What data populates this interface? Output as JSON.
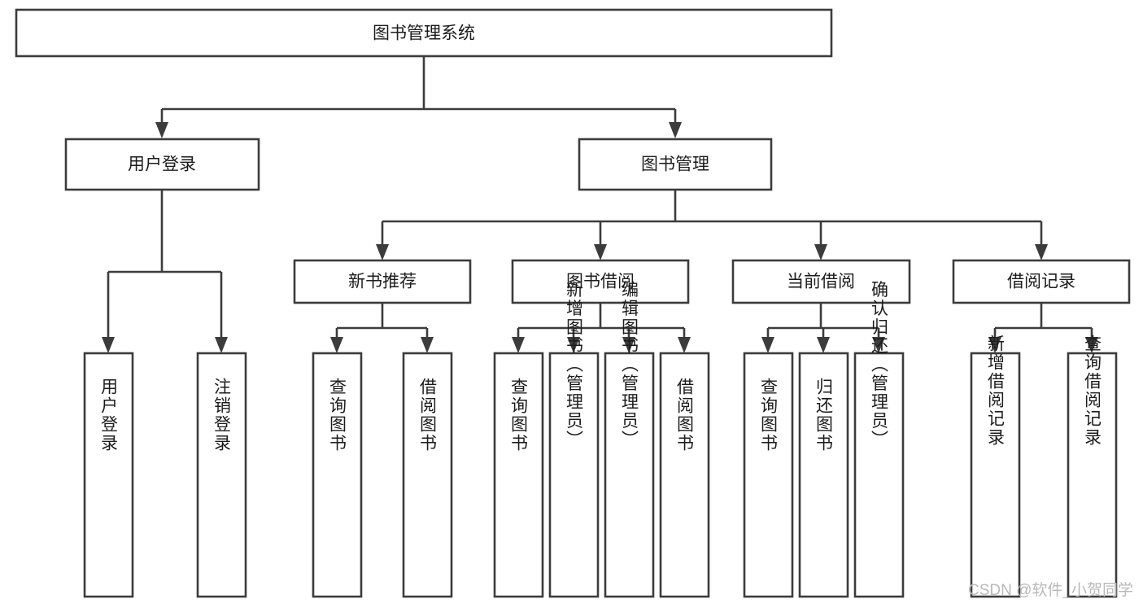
{
  "diagram": {
    "type": "tree-flowchart",
    "title_node": {
      "label": "图书管理系统"
    },
    "level2": [
      {
        "id": "user-login",
        "label": "用户登录"
      },
      {
        "id": "book-manage",
        "label": "图书管理"
      }
    ],
    "level3": [
      {
        "id": "new-book-recommend",
        "label": "新书推荐"
      },
      {
        "id": "book-borrow",
        "label": "图书借阅"
      },
      {
        "id": "current-borrow",
        "label": "当前借阅"
      },
      {
        "id": "borrow-record",
        "label": "借阅记录"
      }
    ],
    "leaves": [
      {
        "id": "leaf-user-login",
        "label": "用户登录"
      },
      {
        "id": "leaf-logout-login",
        "label": "注销登录"
      },
      {
        "id": "leaf-query-book-1",
        "label": "查询图书"
      },
      {
        "id": "leaf-borrow-book-1",
        "label": "借阅图书"
      },
      {
        "id": "leaf-query-book-2",
        "label": "查询图书"
      },
      {
        "id": "leaf-add-book",
        "label": "新增图书（管理员）"
      },
      {
        "id": "leaf-edit-book",
        "label": "编辑图书（管理员）"
      },
      {
        "id": "leaf-borrow-book-2",
        "label": "借阅图书"
      },
      {
        "id": "leaf-query-book-3",
        "label": "查询图书"
      },
      {
        "id": "leaf-return-book",
        "label": "归还图书"
      },
      {
        "id": "leaf-confirm-return",
        "label": "确认归还（管理员）"
      },
      {
        "id": "leaf-add-record",
        "label": "新增借阅记录"
      },
      {
        "id": "leaf-query-record",
        "label": "查询借阅记录"
      }
    ],
    "colors": {
      "box_stroke": "#3c3c3c",
      "box_fill": "#ffffff",
      "text": "#1c1c1c",
      "background": "#ffffff",
      "watermark": "#b9b9b9"
    }
  },
  "watermark": {
    "text": "CSDN @软件_小贺同学"
  }
}
